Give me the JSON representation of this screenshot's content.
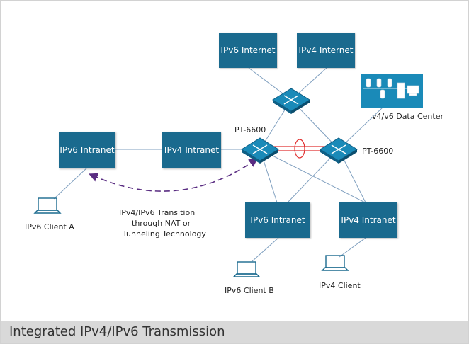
{
  "caption": "Integrated IPv4/IPv6 Transmission",
  "boxes": {
    "ipv6_internet": "IPv6 Internet",
    "ipv4_internet": "IPv4 Internet",
    "ipv6_intranet_left": "IPv6 Intranet",
    "ipv4_intranet_mid": "IPv4 Intranet",
    "ipv6_intranet_bottom": "IPv6 Intranet",
    "ipv4_intranet_bottom": "IPv4 Intranet"
  },
  "labels": {
    "router_left": "PT-6600",
    "router_right": "PT-6600",
    "data_center": "v4/v6 Data Center",
    "client_a": "IPv6 Client A",
    "client_b": "IPv6 Client B",
    "client_v4": "IPv4 Client",
    "transition_line1": "IPv4/IPv6 Transition",
    "transition_line2": "through NAT or",
    "transition_line3": "Tunneling Technology"
  },
  "colors": {
    "box_fill": "#1a6a8e",
    "router_fill": "#1a8ab8",
    "link_line": "#7f9fbf",
    "lag_link": "#e03030",
    "dashed_arrow": "#5a2d82"
  },
  "icons": [
    "router-icon",
    "laptop-icon",
    "server-rack-icon"
  ]
}
